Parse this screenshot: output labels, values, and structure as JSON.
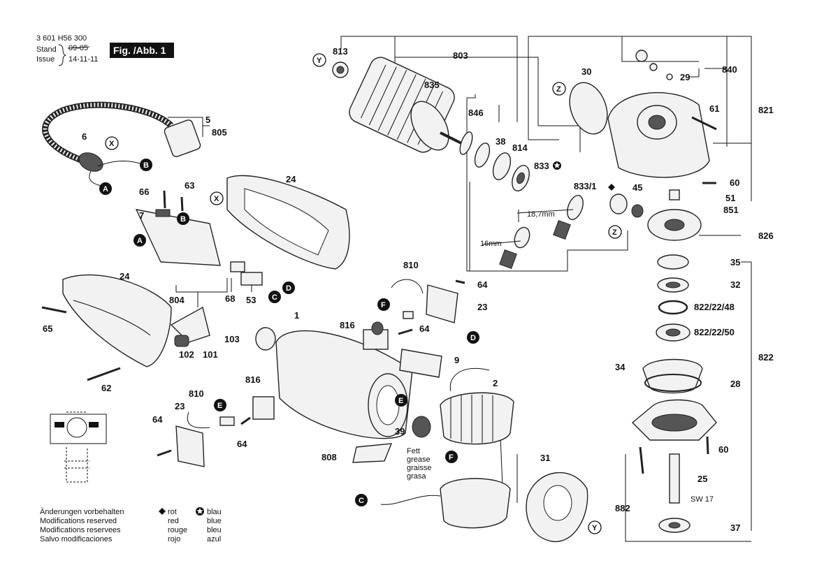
{
  "header": {
    "doc_number": "3 601 H56 300",
    "stand_label": "Stand",
    "stand_date_struck": "09-05",
    "issue_label": "Issue",
    "issue_date": "14-11-11",
    "fig_label": "Fig. /Abb. 1"
  },
  "legend": {
    "notes": [
      "Änderungen vorbehalten",
      "Modifications reserved",
      "Modifications reservees",
      "Salvo modificaciones"
    ],
    "diamond_words": [
      "rot",
      "red",
      "rouge",
      "rojo"
    ],
    "star_words": [
      "blau",
      "blue",
      "bleu",
      "azul"
    ]
  },
  "grease_words": [
    "Fett",
    "grease",
    "graisse",
    "grasa"
  ],
  "dimensions": {
    "d1": "18,7mm",
    "d2": "16mm",
    "wrench": "SW 17"
  },
  "marker_letters": {
    "A": "A",
    "B": "B",
    "C": "C",
    "D": "D",
    "E": "E",
    "F": "F",
    "X": "X",
    "Y": "Y",
    "Z": "Z"
  },
  "part_labels": {
    "p813": "813",
    "p803": "803",
    "p835": "835",
    "p846": "846",
    "p38": "38",
    "p814": "814",
    "p833s": "833",
    "p833d": "833/1",
    "p30": "30",
    "p29": "29",
    "p840": "840",
    "p821": "821",
    "p61": "61",
    "p60a": "60",
    "p51": "51",
    "p851": "851",
    "p45": "45",
    "p826": "826",
    "p35": "35",
    "p32": "32",
    "p822_48": "822/22/48",
    "p822_50": "822/22/50",
    "p822": "822",
    "p34": "34",
    "p28": "28",
    "p60b": "60",
    "p25": "25",
    "p882": "882",
    "p37": "37",
    "p5": "5",
    "p805": "805",
    "p6": "6",
    "p24a": "24",
    "p66": "66",
    "p63": "63",
    "p7": "7",
    "p24b": "24",
    "p804": "804",
    "p68": "68",
    "p53": "53",
    "p65": "65",
    "p102": "102",
    "p101": "101",
    "p62": "62",
    "p103": "103",
    "p1": "1",
    "p810a": "810",
    "p64a": "64",
    "p23a": "23",
    "p816a": "816",
    "p64b": "64",
    "p9": "9",
    "p2": "2",
    "p810b": "810",
    "p816b": "816",
    "p23b": "23",
    "p64c": "64",
    "p64d": "64",
    "p39": "39",
    "p808": "808",
    "p31": "31"
  }
}
